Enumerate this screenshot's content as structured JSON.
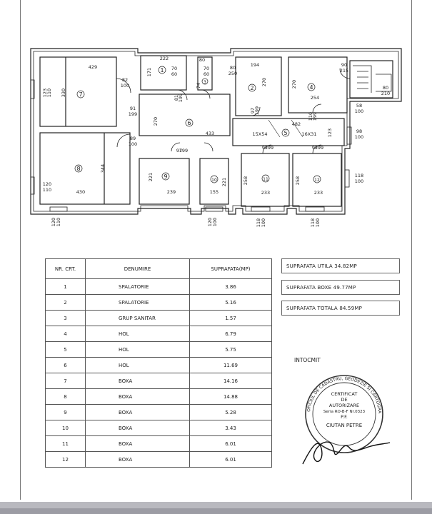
{
  "plan": {
    "dims": {
      "r1_w": "222",
      "r1_h": "171",
      "r1_a": "70",
      "r1_b": "60",
      "r3_a": "80",
      "r3_b": "70",
      "r3_c": "60",
      "r3_d": "74",
      "r2_a": "80",
      "r2_b": "250",
      "r2_w": "194",
      "r2_h": "270",
      "r2_c": "97",
      "r2_d": "199",
      "r4_h": "270",
      "r4_w": "254",
      "r4_a": "90",
      "r4_b": "215",
      "r4_c": "80",
      "r4_d": "210",
      "r4_e": "58",
      "r4_f": "100",
      "r4_g": "110",
      "r4_h2": "199",
      "r7_w": "429",
      "r7_h": "330",
      "r7_a": "82",
      "r7_b": "100",
      "r7_c": "123",
      "r7_d": "110",
      "r6_a": "91",
      "r6_b": "199",
      "r6_c": "270",
      "r6_w": "433",
      "r6_d": "89",
      "r6_e": "100",
      "r6_f": "97",
      "r6_g": "199",
      "r6_h": "81",
      "r6_i": "199",
      "r5_a": "482",
      "r5_b": "15X54",
      "r5_c": "16X31",
      "r5_d": "123",
      "r5_e": "98",
      "r5_f": "100",
      "r8_w": "430",
      "r8_h": "344",
      "r8_a": "120",
      "r8_b": "110",
      "r9_h": "221",
      "r9_w": "239",
      "r10_h": "221",
      "r10_w": "155",
      "r11_h": "258",
      "r11_w": "233",
      "r11_a": "92",
      "r11_b": "199",
      "r12_h": "258",
      "r12_w": "233",
      "r12_a": "92",
      "r12_b": "199",
      "r12_c": "118",
      "r12_d": "100",
      "b1_a": "120",
      "b1_b": "110",
      "b2_a": "120",
      "b2_b": "100",
      "b3_a": "118",
      "b3_b": "100",
      "b4_a": "118",
      "b4_b": "100"
    },
    "rooms": [
      "1",
      "2",
      "3",
      "4",
      "5",
      "6",
      "7",
      "8",
      "9",
      "10",
      "11",
      "12"
    ]
  },
  "table": {
    "headers": {
      "nr": "NR. CRT.",
      "denumire": "DENUMIRE",
      "suprafata": "SUPRAFATA(MP)"
    },
    "rows": [
      {
        "nr": "1",
        "denumire": "SPALATORIE",
        "suprafata": "3.86"
      },
      {
        "nr": "2",
        "denumire": "SPALATORIE",
        "suprafata": "5.16"
      },
      {
        "nr": "3",
        "denumire": "GRUP SANITAR",
        "suprafata": "1.57"
      },
      {
        "nr": "4",
        "denumire": "HOL",
        "suprafata": "6.79"
      },
      {
        "nr": "5",
        "denumire": "HOL",
        "suprafata": "5.75"
      },
      {
        "nr": "6",
        "denumire": "HOL",
        "suprafata": "11.69"
      },
      {
        "nr": "7",
        "denumire": "BOXA",
        "suprafata": "14.16"
      },
      {
        "nr": "8",
        "denumire": "BOXA",
        "suprafata": "14.88"
      },
      {
        "nr": "9",
        "denumire": "BOXA",
        "suprafata": "5.28"
      },
      {
        "nr": "10",
        "denumire": "BOXA",
        "suprafata": "3.43"
      },
      {
        "nr": "11",
        "denumire": "BOXA",
        "suprafata": "6.01"
      },
      {
        "nr": "12",
        "denumire": "BOXA",
        "suprafata": "6.01"
      }
    ]
  },
  "summary": {
    "utila": "SUPRAFATA UTILA 34.82MP",
    "boxe": "SUPRAFATA  BOXE  49.77MP",
    "totala": "SUPRAFATA TOTALA 84.59MP"
  },
  "intocmit": "INTOCMIT",
  "stamp": {
    "outer_text": "OFICIUL DE CADASTRU, GEODEZIE SI CARTOGRAFIE",
    "line1": "CERTIFICAT",
    "line2": "DE",
    "line3": "AUTORIZARE",
    "line4": "Seria RO-B-F Nr.0323",
    "line5": "P.F.",
    "line6": "CIUTAN PETRE"
  }
}
